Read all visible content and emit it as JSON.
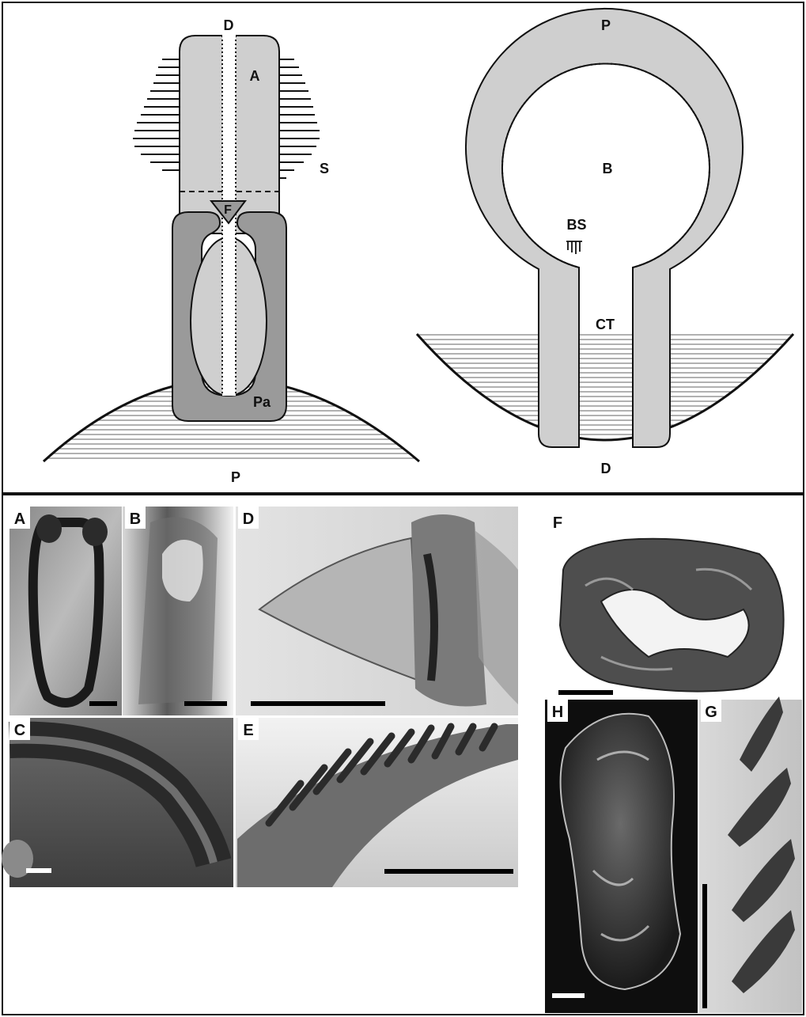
{
  "diagram": {
    "left": {
      "labels": {
        "D": "D",
        "A": "A",
        "S": "S",
        "F": "F",
        "Pa": "Pa",
        "P": "P"
      }
    },
    "right": {
      "labels": {
        "P": "P",
        "B": "B",
        "BS": "BS",
        "CT": "CT",
        "D": "D"
      }
    }
  },
  "photos": {
    "panel_labels": [
      "A",
      "B",
      "C",
      "D",
      "E",
      "F",
      "H",
      "G"
    ]
  },
  "colors": {
    "light_fill": "#cfcfcf",
    "dark_fill": "#9a9a9a",
    "outline": "#111111",
    "hatch": "#777777"
  }
}
